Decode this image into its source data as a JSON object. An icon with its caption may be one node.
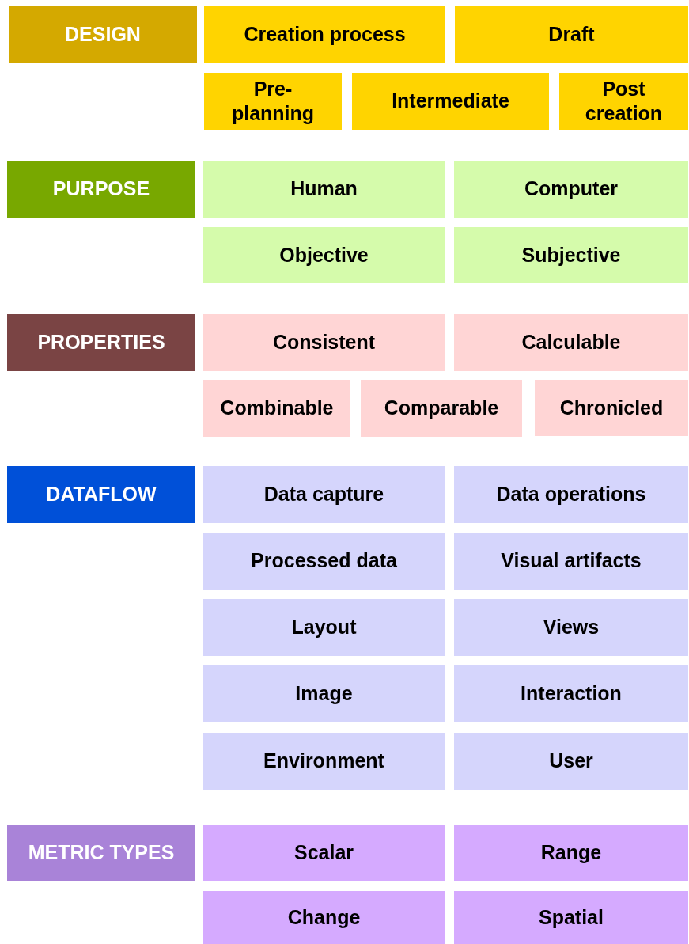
{
  "diagram": {
    "nodes": [
      {
        "text": [
          "DESIGN"
        ]
      },
      {
        "text": [
          "Creation process"
        ]
      },
      {
        "text": [
          "Draft"
        ]
      },
      {
        "text": [
          "Pre- planning"
        ]
      },
      {
        "text": [
          "Intermediate"
        ]
      },
      {
        "text": [
          "Post creation"
        ]
      },
      {
        "text": [
          "PURPOSE"
        ]
      },
      {
        "text": [
          "Human"
        ]
      },
      {
        "text": [
          "Computer"
        ]
      },
      {
        "text": [
          "Objective"
        ]
      },
      {
        "text": [
          "Subjective"
        ]
      },
      {
        "text": [
          "PROPERTIES"
        ]
      },
      {
        "text": [
          "Consistent"
        ]
      },
      {
        "text": [
          "Calculable"
        ]
      },
      {
        "text": [
          "Combinable"
        ]
      },
      {
        "text": [
          "Comparable"
        ]
      },
      {
        "text": [
          "Chronicled"
        ]
      },
      {
        "text": [
          "DATAFLOW"
        ]
      },
      {
        "text": [
          "Data capture"
        ]
      },
      {
        "text": [
          "Data operations"
        ]
      },
      {
        "text": [
          "Processed data"
        ]
      },
      {
        "text": [
          "Visual artifacts"
        ]
      },
      {
        "text": [
          "Layout"
        ]
      },
      {
        "text": [
          "Views"
        ]
      },
      {
        "text": [
          "Image"
        ]
      },
      {
        "text": [
          "Interaction"
        ]
      },
      {
        "text": [
          "Environment"
        ]
      },
      {
        "text": [
          "User"
        ]
      },
      {
        "text": [
          "METRIC TYPES"
        ]
      },
      {
        "text": [
          "Scalar"
        ]
      },
      {
        "text": [
          "Range"
        ]
      },
      {
        "text": [
          "Change"
        ]
      },
      {
        "text": [
          "Spatial"
        ]
      }
    ]
  }
}
